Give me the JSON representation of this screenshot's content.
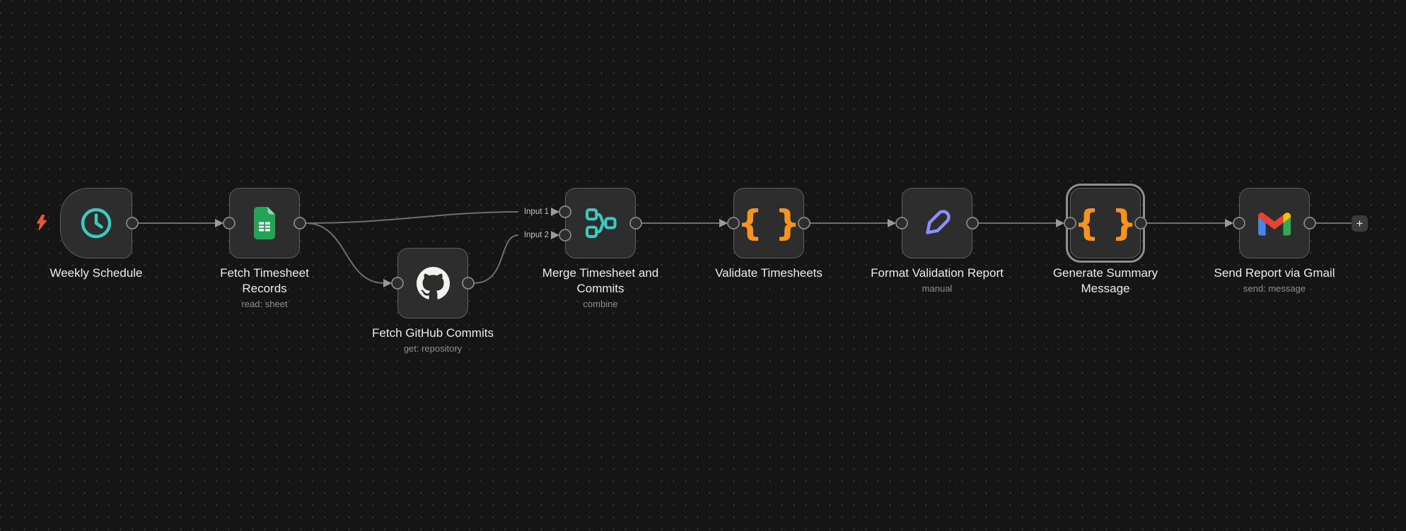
{
  "app": "workflow-canvas",
  "colors": {
    "background": "#151515",
    "grid_dot": "#383838",
    "node_fill": "#2d2d2d",
    "node_border": "#5e5e5e",
    "selected_ring": "#8f8f8f",
    "connection": "#6e6e6e",
    "arrow": "#9a9a9a",
    "title_text": "#ececec",
    "subtitle_text": "#8e8e8e",
    "input_label_text": "#c2c2c2",
    "accent_teal": "#3cc9bf",
    "accent_orange": "#f8941d",
    "accent_purple": "#8a90f6",
    "trigger_bolt": "#e0593b",
    "sheets_green": "#23a455",
    "sheets_fold": "#8fd4ae",
    "github_mark": "#f2f2ef",
    "gmail_red": "#ea4335",
    "gmail_blue": "#4285f4",
    "gmail_green": "#34a853",
    "gmail_yellow": "#fbbc04"
  },
  "nodes": [
    {
      "title": "Weekly Schedule",
      "icon": "clock",
      "type": "schedule-trigger"
    },
    {
      "title": "Fetch Timesheet Records",
      "subtitle": "read: sheet",
      "icon": "google-sheets"
    },
    {
      "title": "Fetch GitHub Commits",
      "subtitle": "get: repository",
      "icon": "github"
    },
    {
      "title": "Merge Timesheet and Commits",
      "subtitle": "combine",
      "icon": "merge",
      "inputs": [
        "Input 1",
        "Input 2"
      ]
    },
    {
      "title": "Validate Timesheets",
      "icon": "code-braces",
      "icon_glyph": "{ }"
    },
    {
      "title": "Format Validation Report",
      "subtitle": "manual",
      "icon": "pencil"
    },
    {
      "title": "Generate Summary Message",
      "icon": "code-braces",
      "icon_glyph": "{ }",
      "selected": true
    },
    {
      "title": "Send Report via Gmail",
      "subtitle": "send: message",
      "icon": "gmail"
    }
  ],
  "add_node_button_label": "+"
}
